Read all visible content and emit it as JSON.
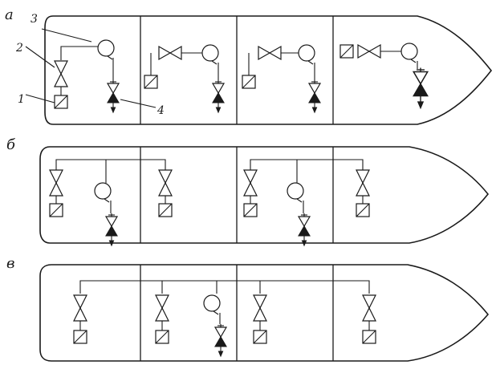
{
  "labels": {
    "variant_a": "а",
    "variant_b": "б",
    "variant_v": "в",
    "callout_1": "1",
    "callout_2": "2",
    "callout_3": "3",
    "callout_4": "4"
  },
  "colors": {
    "ink": "#1a1a1a",
    "paper": "#ffffff"
  },
  "icons": [
    "valve-icon",
    "box-icon",
    "pump-icon",
    "discharge-valve-icon",
    "arrow-icon"
  ]
}
